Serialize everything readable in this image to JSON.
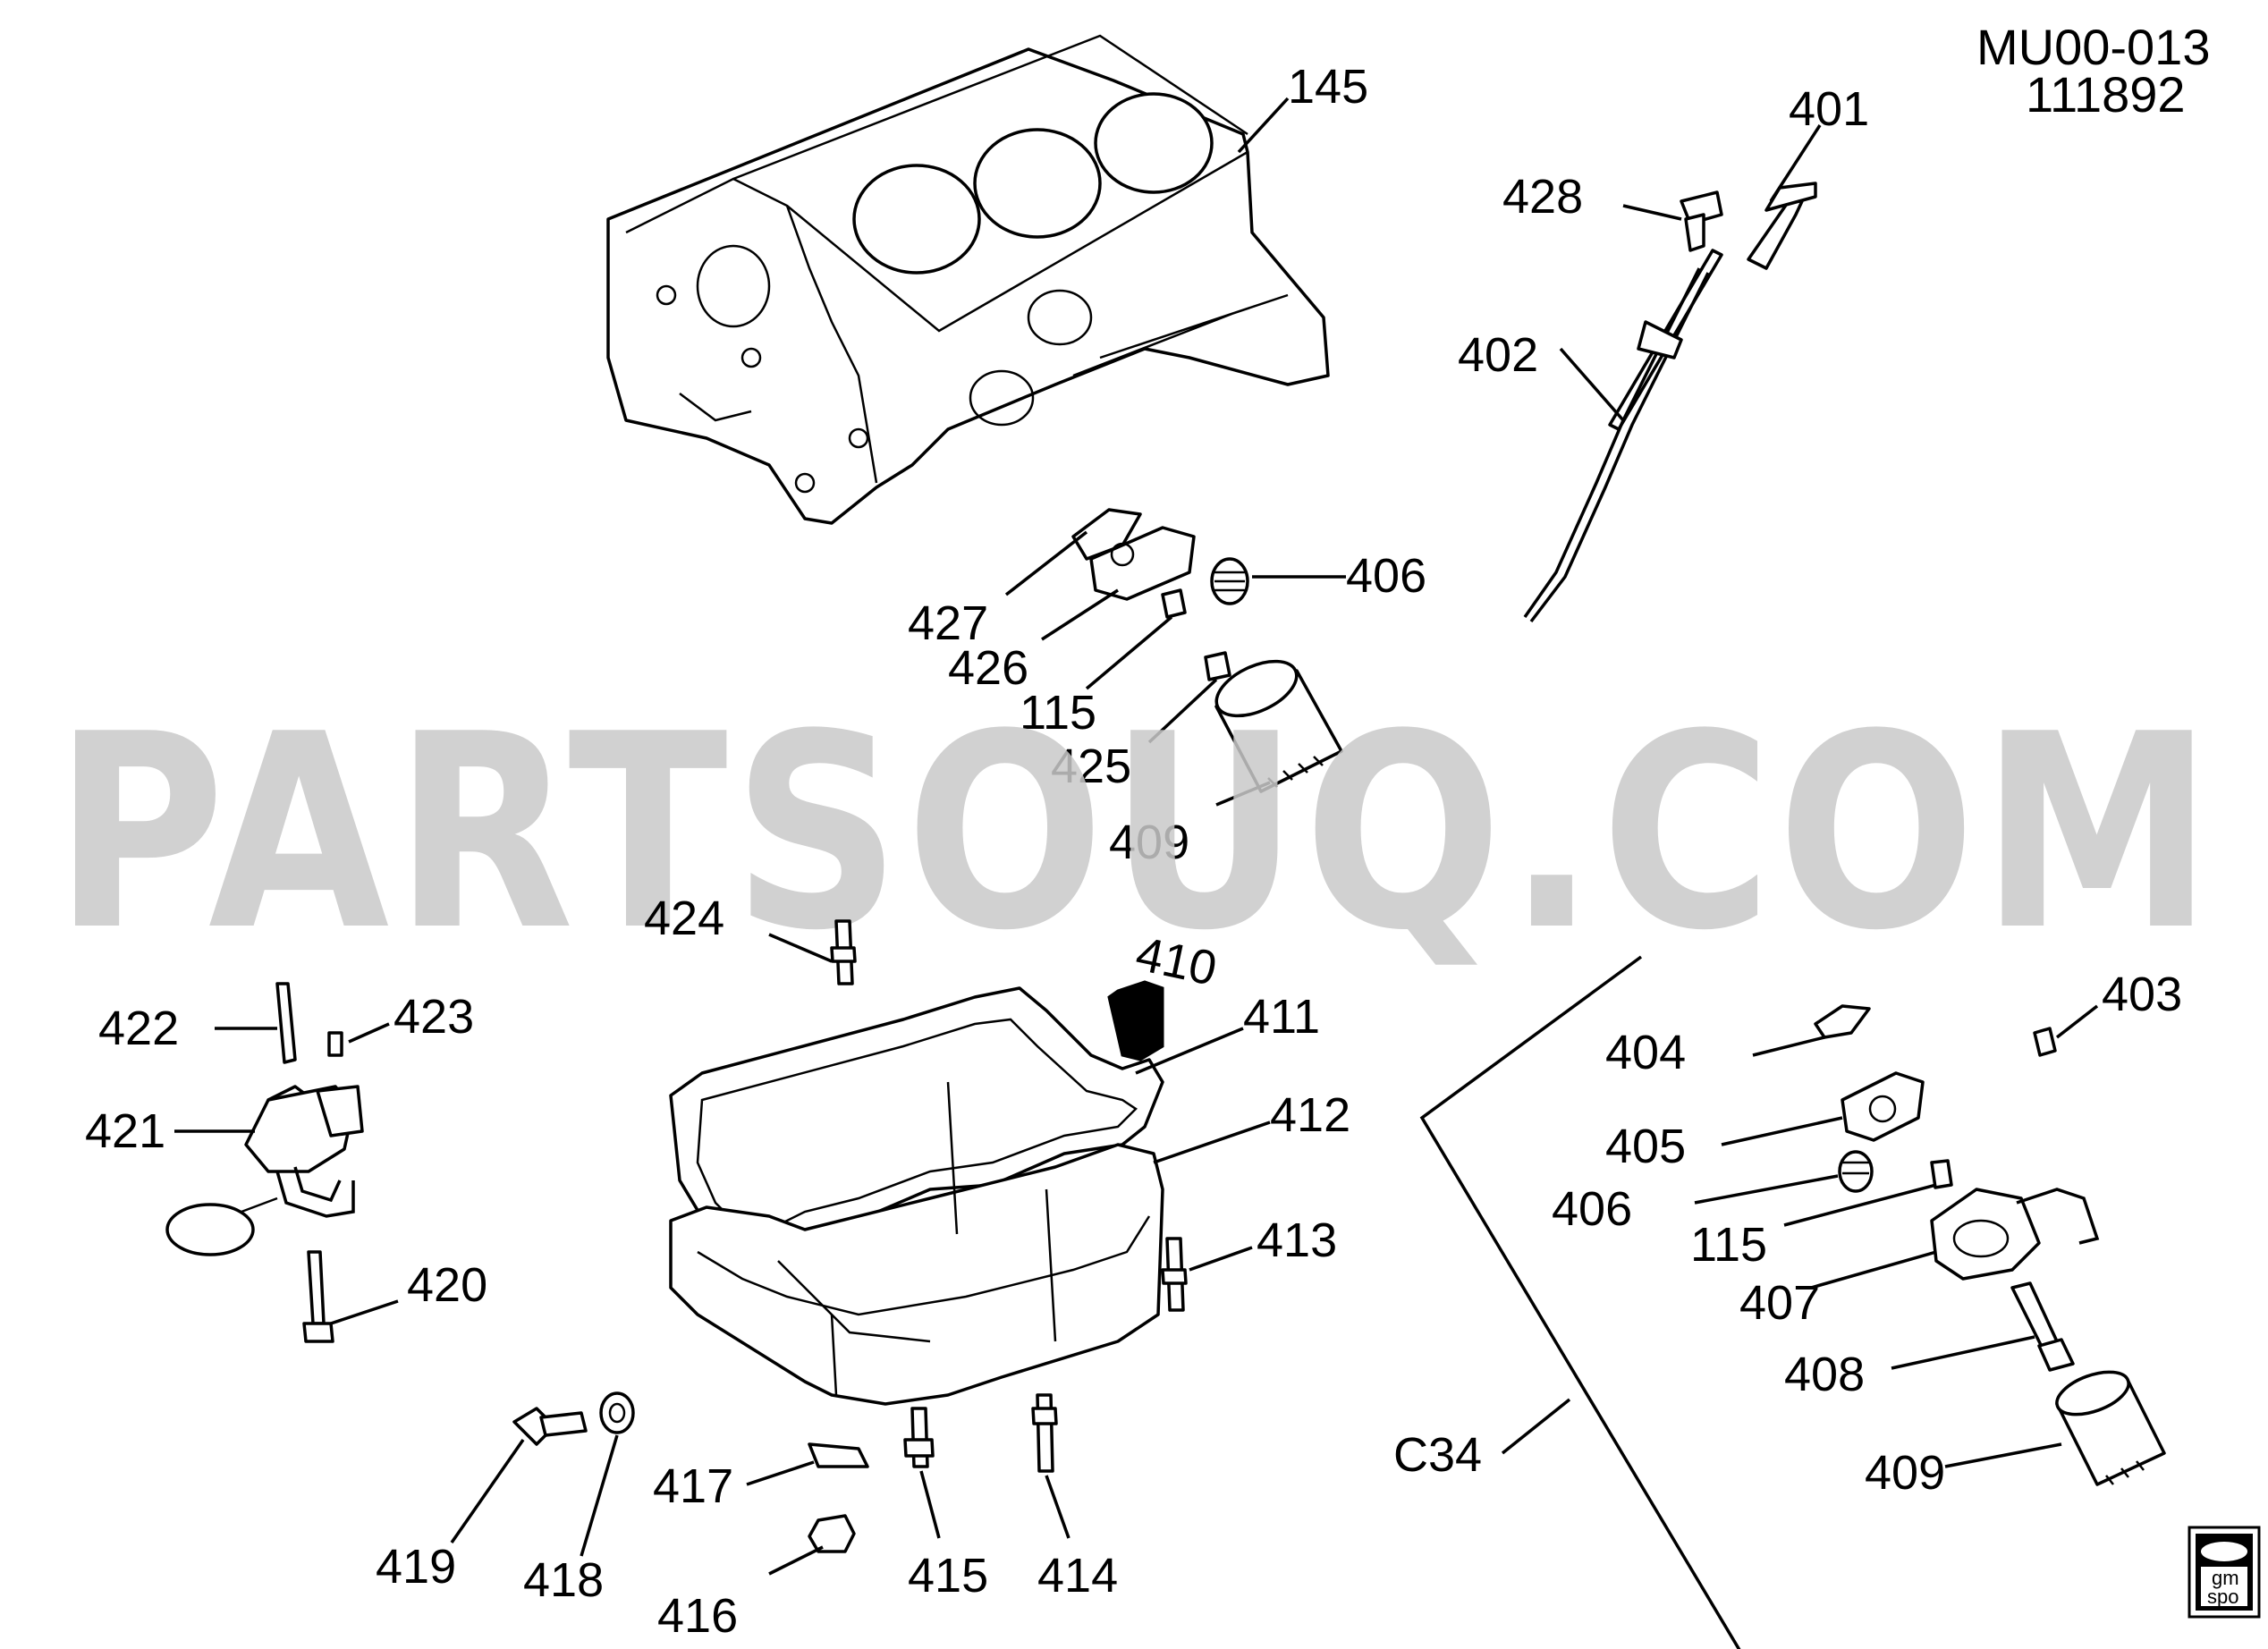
{
  "header": {
    "code": "MU00-013",
    "number": "111892"
  },
  "watermark": "PARTSOUQ.COM",
  "callouts": {
    "c145": "145",
    "c401": "401",
    "c402": "402",
    "c403": "403",
    "c404": "404",
    "c405": "405",
    "c406a": "406",
    "c406b": "406",
    "c407": "407",
    "c408": "408",
    "c409a": "409",
    "c409b": "409",
    "c410": "410",
    "c411": "411",
    "c412": "412",
    "c413": "413",
    "c414": "414",
    "c415": "415",
    "c416": "416",
    "c417": "417",
    "c418": "418",
    "c419": "419",
    "c420": "420",
    "c421": "421",
    "c422": "422",
    "c423": "423",
    "c424": "424",
    "c425": "425",
    "c426": "426",
    "c427": "427",
    "c428": "428",
    "c115a": "115",
    "c115b": "115",
    "option": "C34"
  },
  "logo": {
    "line1": "gm",
    "line2": "spo"
  }
}
